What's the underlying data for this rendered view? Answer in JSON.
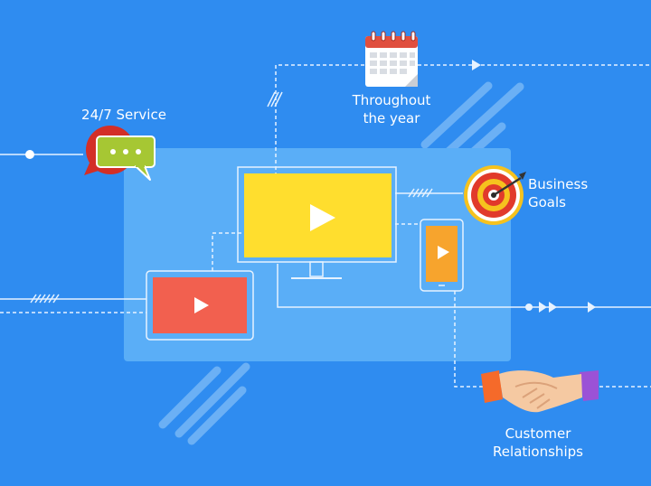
{
  "labels": {
    "service": "24/7 Service",
    "year_line1": "Throughout",
    "year_line2": "the year",
    "goals_line1": "Business",
    "goals_line2": "Goals",
    "customer_line1": "Customer",
    "customer_line2": "Relationships"
  },
  "colors": {
    "background": "#2f8cf0",
    "panel": "#5aaef7",
    "line": "#e6f2ff",
    "monitor_screen": "#ffde2e",
    "tablet_screen": "#f2604f",
    "phone_screen": "#f7a42d",
    "bubble_red": "#d32f27",
    "bubble_green": "#a6c733",
    "calendar_red": "#e04f3f",
    "target_red": "#e13a2b",
    "target_yellow": "#f6c21e"
  },
  "icons": {
    "chat": "chat-bubbles-icon",
    "calendar": "calendar-icon",
    "target": "target-icon",
    "handshake": "handshake-icon",
    "play": "play-icon"
  }
}
